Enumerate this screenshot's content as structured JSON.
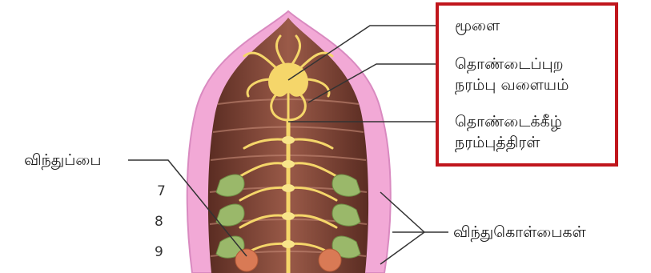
{
  "labels": {
    "brain": "மூளை",
    "circum_line1": "தொண்டைப்புற",
    "circum_line2": "நரம்பு வளையம்",
    "sub_line1": "தொண்டைக்கீழ்",
    "sub_line2": "நரம்புத்திரள்",
    "ovary": "விந்துப்பை",
    "seminal_vesicles": "விந்துகொள்பைகள்"
  },
  "segments": [
    "7",
    "8",
    "9"
  ],
  "colors": {
    "highlight": "#c0161c",
    "body_outer": "#f2a9d6",
    "body_inner": "#7a4133",
    "nerve": "#f5d66a",
    "vesicle": "#9ab86a",
    "ovary": "#d97a55"
  }
}
